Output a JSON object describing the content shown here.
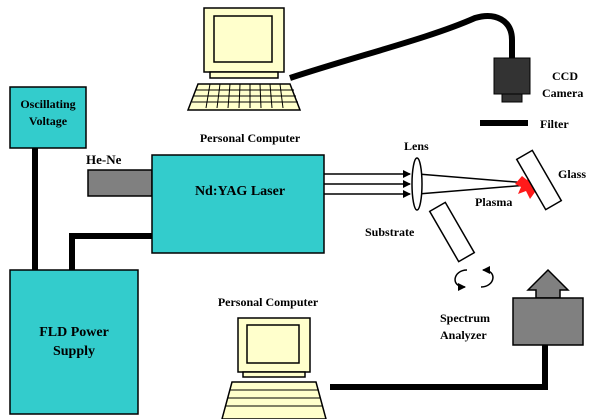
{
  "labels": {
    "oscillating_voltage": [
      "Oscillating",
      "Voltage"
    ],
    "he_ne": "He-Ne",
    "laser": "Nd:YAG Laser",
    "personal_computer_top": "Personal Computer",
    "personal_computer_bottom": "Personal Computer",
    "ccd_camera": [
      "CCD",
      "Camera"
    ],
    "filter": "Filter",
    "lens": "Lens",
    "glass": "Glass",
    "plasma": "Plasma",
    "substrate": "Substrate",
    "spectrum_analyzer": [
      "Spectrum",
      "Analyzer"
    ],
    "fld_power_supply": [
      "FLD Power",
      "Supply"
    ]
  },
  "colors": {
    "box_fill": "#33cccc",
    "camera_fill": "#333333",
    "analyzer_fill": "#808080",
    "he_ne_fill": "#808080",
    "computer_body": "#ffffcc",
    "plasma": "#ff1a1a",
    "stroke": "#000000"
  },
  "icons": [
    "computer-icon",
    "ccd-camera-icon",
    "lens-icon",
    "plasma-icon",
    "rotation-arrows-icon",
    "up-arrow-icon"
  ]
}
